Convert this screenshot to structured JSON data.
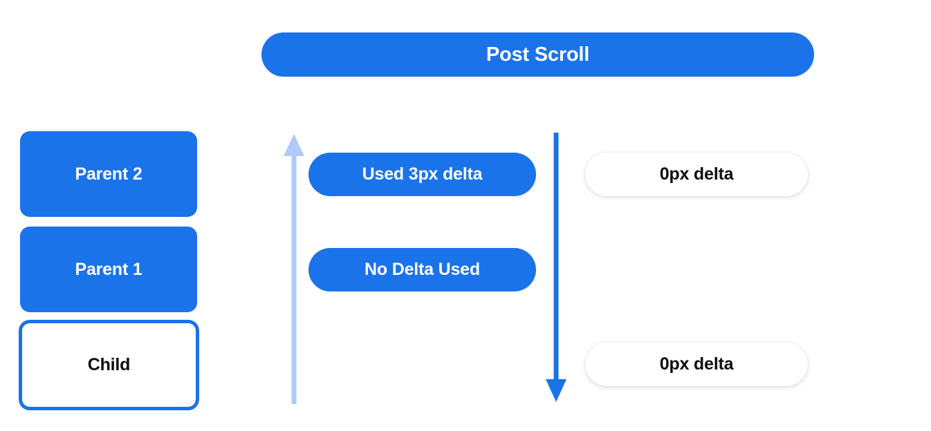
{
  "header": {
    "title": "Post Scroll"
  },
  "colors": {
    "brand_blue": "#1a73e8",
    "light_blue": "#aecbfa",
    "text_dark": "#0d0d0d",
    "text_light": "#ffffff",
    "canvas": "#ffffff"
  },
  "left_stack": {
    "items": [
      {
        "label": "Parent 2",
        "style": "filled"
      },
      {
        "label": "Parent 1",
        "style": "filled"
      },
      {
        "label": "Child",
        "style": "outlined"
      }
    ]
  },
  "arrows": {
    "scroll_up": {
      "name": "up-arrow",
      "direction": "up",
      "color": "#aecbfa"
    },
    "scroll_down": {
      "name": "down-arrow",
      "direction": "down",
      "color": "#1a73e8"
    }
  },
  "center_pills": {
    "items": [
      {
        "label": "Used 3px delta"
      },
      {
        "label": "No Delta Used"
      }
    ]
  },
  "right_pills": {
    "items": [
      {
        "label": "0px delta"
      },
      {
        "label": "0px delta"
      }
    ]
  }
}
